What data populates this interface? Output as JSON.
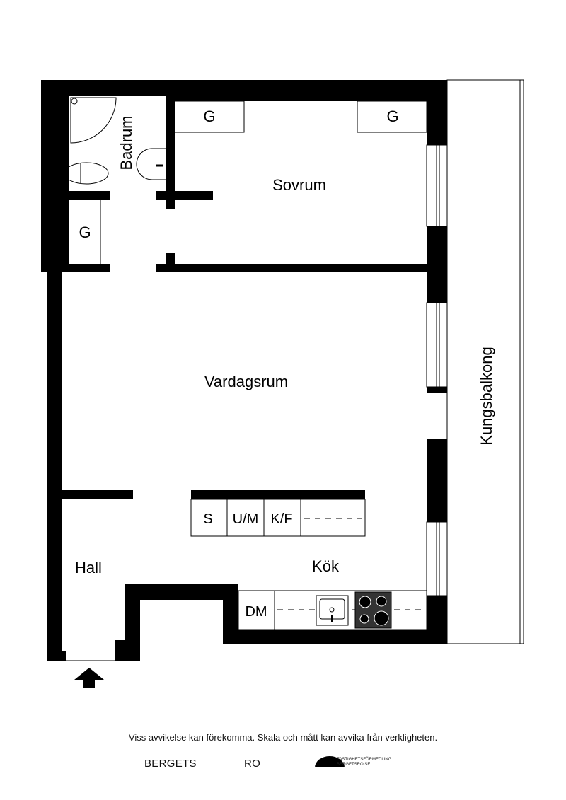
{
  "rooms": {
    "badrum": "Badrum",
    "sovrum": "Sovrum",
    "vardagsrum": "Vardagsrum",
    "hall": "Hall",
    "kok": "Kök",
    "balcony": "Kungsbalkong"
  },
  "fixtures": {
    "wardrobe_1": "G",
    "wardrobe_2": "G",
    "wardrobe_3": "G",
    "island_s": "S",
    "island_um": "U/M",
    "island_kf": "K/F",
    "dishwasher": "DM"
  },
  "footer": {
    "disclaimer": "Viss avvikelse kan förekomma. Skala och mått kan avvika från verkligheten.",
    "brand_left": "BERGETS",
    "brand_right": "RO",
    "agency_line1": "FASTIGHETSFÖRMEDLING",
    "agency_line2": "BERGETSRO.SE"
  },
  "colors": {
    "wall": "#000000",
    "background": "#ffffff"
  }
}
